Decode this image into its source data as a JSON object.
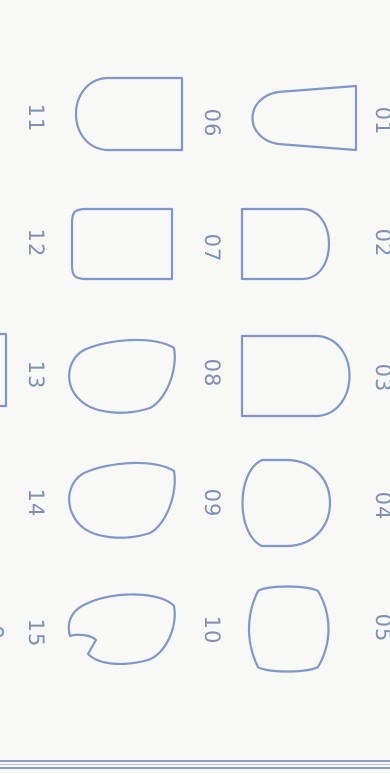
{
  "sheet": {
    "accent_color": "#6b86c4",
    "label_color": "#7f8fb6",
    "items": [
      {
        "label": "01",
        "shape": "tapered-rounded"
      },
      {
        "label": "02",
        "shape": "rounded-end-rectangle"
      },
      {
        "label": "03",
        "shape": "rounded-end-rectangle"
      },
      {
        "label": "04",
        "shape": "dome"
      },
      {
        "label": "05",
        "shape": "barrel"
      },
      {
        "label": "06",
        "shape": "rounded-end-rectangle"
      },
      {
        "label": "07",
        "shape": "rounded-rectangle"
      },
      {
        "label": "08",
        "shape": "teardrop"
      },
      {
        "label": "09",
        "shape": "teardrop"
      },
      {
        "label": "10",
        "shape": "notched-teardrop"
      },
      {
        "label": "11",
        "shape": "partial"
      },
      {
        "label": "12",
        "shape": "partial"
      },
      {
        "label": "13",
        "shape": "partial"
      },
      {
        "label": "14",
        "shape": "partial"
      },
      {
        "label": "15",
        "shape": "partial"
      }
    ]
  }
}
